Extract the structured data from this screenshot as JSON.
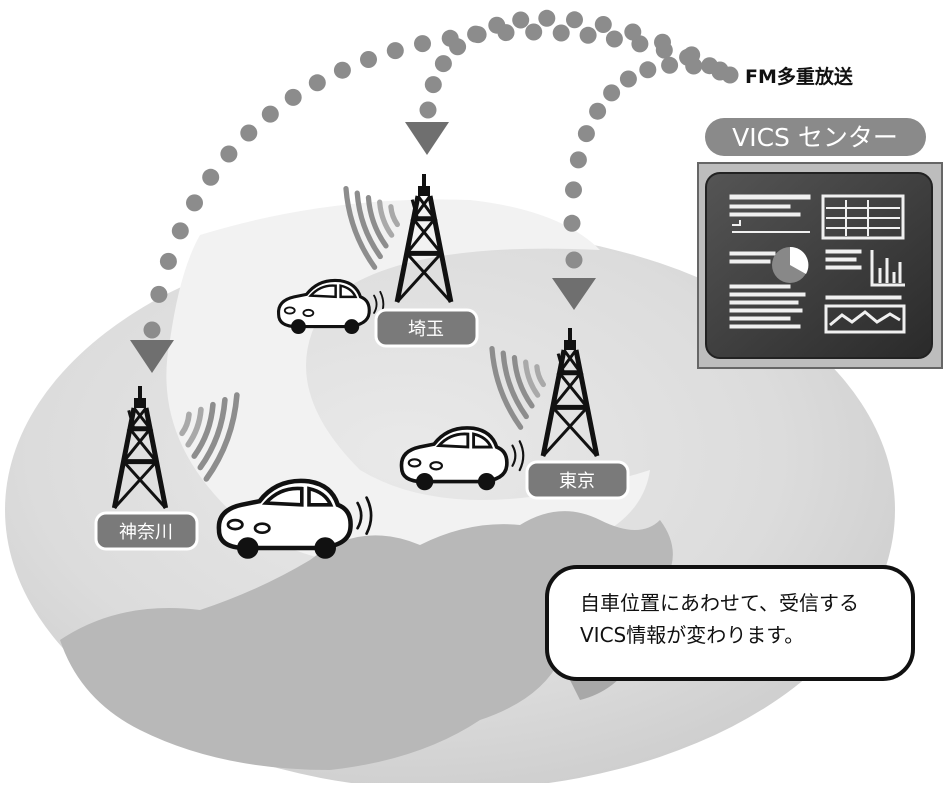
{
  "broadcast_label": "FM多重放送",
  "center": {
    "title": "VICS センター"
  },
  "stations": [
    {
      "label": "埼玉"
    },
    {
      "label": "東京"
    },
    {
      "label": "神奈川"
    }
  ],
  "callout": {
    "line1": "自車位置にあわせて、受信する",
    "line2": "VICS情報が変わります。"
  },
  "colors": {
    "earth": "#dcdcdc",
    "earth_dark": "#c4c4c4",
    "land": "#b0b0b0",
    "dots": "#8c8c8c",
    "arrow": "#6f6f6f",
    "label_bg": "#7a7a7a",
    "tower": "#111111",
    "screen": "#3a3a3a"
  }
}
